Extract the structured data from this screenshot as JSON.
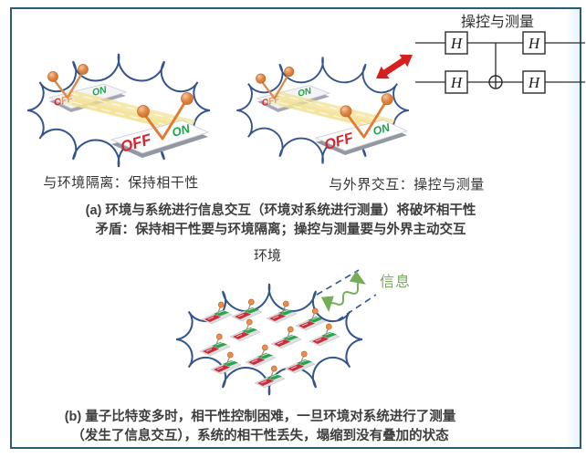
{
  "panel_a": {
    "circuit_title": "操控与测量",
    "gate_label": "H",
    "switch_on": "ON",
    "switch_off": "OFF",
    "left_caption": "与环境隔离：保持相干性",
    "right_caption": "与外界交互：操控与测量",
    "line1": "(a) 环境与系统进行信息交互（环境对系统进行测量）将破坏相干性",
    "line2": "矛盾：保持相干性要与环境隔离；操控与测量要与外界主动交互"
  },
  "panel_b": {
    "environment_label": "环境",
    "info_label": "信息",
    "line1": "(b) 量子比特变多时，相干性控制困难，一旦环境对系统进行了测量",
    "line2": "（发生了信息交互），系统的相干性丢失，塌缩到没有叠加的状态"
  },
  "colors": {
    "frame_border": "#2c5a73",
    "cloud_outline": "#33548e",
    "arrow_red": "#d71f1f",
    "info_green": "#76a95e",
    "switch_on_green": "#1ea24b",
    "switch_off_red": "#d4242e"
  }
}
